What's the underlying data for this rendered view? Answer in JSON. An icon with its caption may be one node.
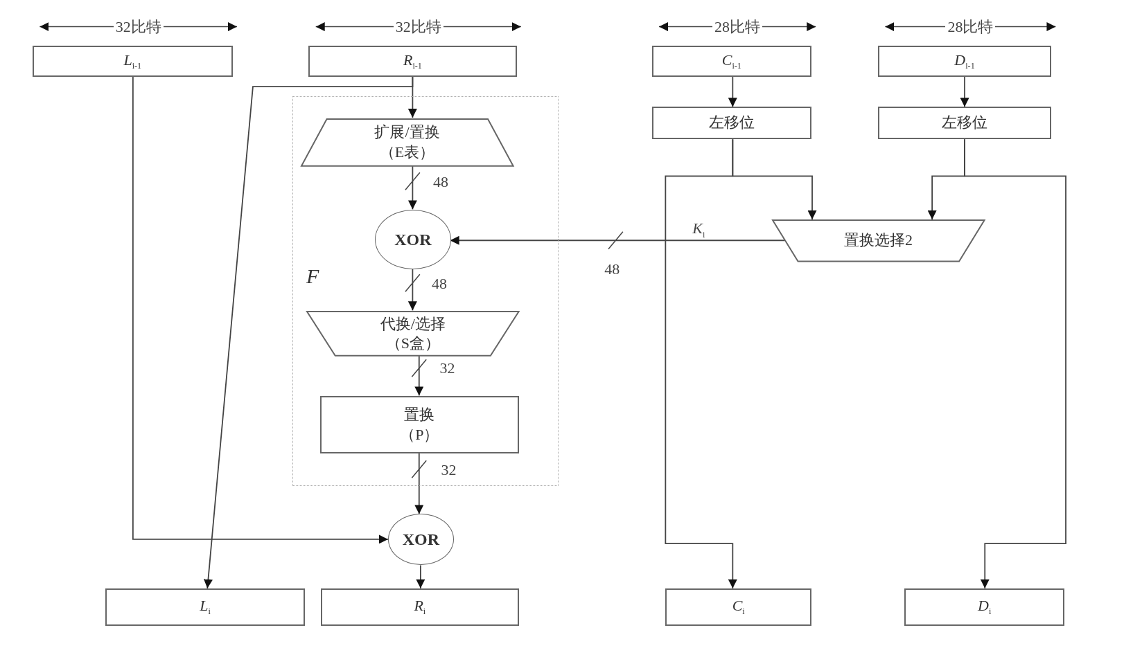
{
  "diagram": {
    "nodes": [
      {
        "text": [
          "F"
        ]
      },
      {
        "text": [
          "*L*$_{i-1}$"
        ],
        "beside": [
          "32比特"
        ]
      },
      {
        "text": [
          "*R*$_{i-1}$"
        ],
        "beside": [
          "32比特"
        ]
      },
      {
        "text": [
          "*C*$_{i-1}$"
        ],
        "beside": [
          "28比特"
        ]
      },
      {
        "text": [
          "*D*$_{i-1}$"
        ],
        "beside": [
          "28比特"
        ]
      },
      {
        "text": [
          "左移位"
        ]
      },
      {
        "text": [
          "左移位"
        ]
      },
      {
        "text": [
          "扩展/置换",
          "（E表）"
        ],
        "in": 0
      },
      {
        "text": [
          "XOR"
        ],
        "in": 0
      },
      {
        "text": [
          "代换/选择",
          "（S盒）"
        ],
        "in": 0
      },
      {
        "text": [
          "置换",
          "（P）"
        ],
        "in": 0
      },
      {
        "text": [
          "置换选择2"
        ]
      },
      {
        "text": [
          "XOR"
        ]
      },
      {
        "text": [
          "*L*$_{i}$"
        ]
      },
      {
        "text": [
          "*R*$_{i}$"
        ]
      },
      {
        "text": [
          "*C*$_{i}$"
        ]
      },
      {
        "text": [
          "*D*$_{i}$"
        ]
      }
    ],
    "edges": [
      {
        "from": 2,
        "to": 7,
        "arrow": "to"
      },
      {
        "from": 2,
        "to": 13,
        "arrow": "to"
      },
      {
        "from": 7,
        "to": 8,
        "arrow": "to",
        "label": "48"
      },
      {
        "from": 8,
        "to": 9,
        "arrow": "to",
        "label": "48"
      },
      {
        "from": 9,
        "to": 10,
        "arrow": "to",
        "label": "32"
      },
      {
        "from": 10,
        "to": 12,
        "arrow": "to",
        "label": "32"
      },
      {
        "from": 1,
        "to": 12,
        "arrow": "to"
      },
      {
        "from": 12,
        "to": 14,
        "arrow": "to"
      },
      {
        "from": 11,
        "to": 8,
        "arrow": "to",
        "label": "48"
      },
      {
        "from": 3,
        "to": 5,
        "arrow": "to"
      },
      {
        "from": 4,
        "to": 6,
        "arrow": "to"
      },
      {
        "from": 5,
        "to": 11,
        "arrow": "to"
      },
      {
        "from": 5,
        "to": 15,
        "arrow": "to"
      },
      {
        "from": 6,
        "to": 11,
        "arrow": "to"
      },
      {
        "from": 6,
        "to": 16,
        "arrow": "to"
      }
    ],
    "labels": [
      "*K*$_{i}$"
    ]
  }
}
